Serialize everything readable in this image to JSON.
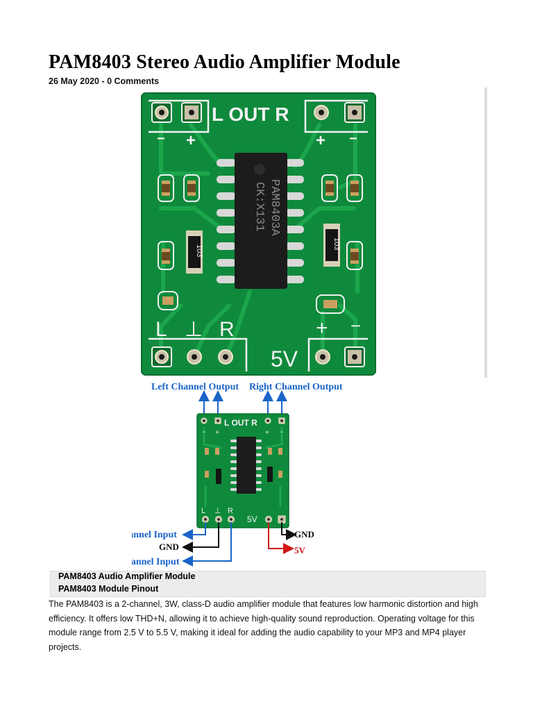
{
  "article": {
    "title": "PAM8403 Stereo Audio Amplifier Module",
    "meta": "26 May 2020 - 0 Comments"
  },
  "photo": {
    "board_labels": {
      "out": "L OUT R",
      "minus": "−",
      "plus": "+",
      "chip_line1": "PAM8403A",
      "chip_line2": "CK:X131",
      "resistor": "103",
      "in_l": "L",
      "in_gnd": "⊥",
      "in_r": "R",
      "supply": "5V"
    }
  },
  "pinout": {
    "left_output": "Left Channel Output",
    "right_output": "Right Channel Output",
    "left_input": "Left Channel Input",
    "gnd_left": "GND",
    "right_input": "Right Channel Input",
    "gnd_right": "GND",
    "v5": "5V"
  },
  "captions": {
    "line1": "PAM8403 Audio Amplifier Module",
    "line2": "PAM8403 Module Pinout"
  },
  "body_text": "The PAM8403 is a 2-channel, 3W, class-D audio amplifier module that features low harmonic distortion and high efficiency. It offers low THD+N, allowing it to achieve high-quality sound reproduction. Operating voltage for this module range from 2.5 V to 5.5 V, making it ideal for adding the audio capability to your MP3 and MP4 player projects.",
  "colors": {
    "pcb_green": "#0f8a3c",
    "pcb_trace": "#18a44a",
    "silkscreen": "#f2f2f2",
    "chip": "#1c1c1c",
    "pad": "#c8c0a8",
    "arrow_blue": "#1a64c8",
    "arrow_red": "#d01818",
    "arrow_black": "#111111"
  }
}
